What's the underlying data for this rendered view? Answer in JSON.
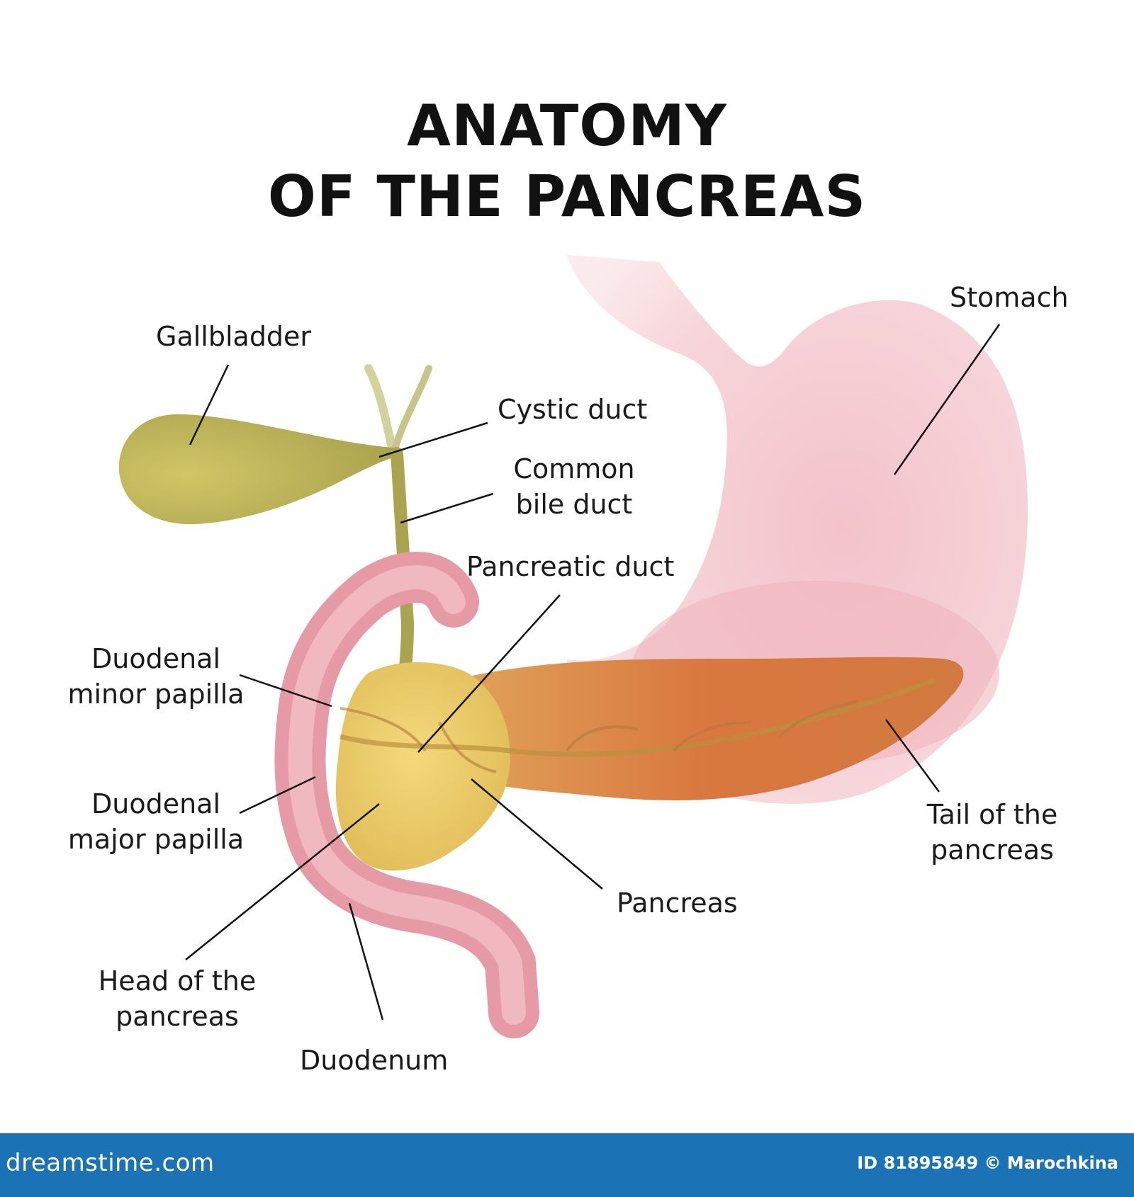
{
  "title": {
    "line1": "ANATOMY",
    "line2": "OF THE PANCREAS"
  },
  "labels": {
    "stomach": "Stomach",
    "gallbladder": "Gallbladder",
    "cystic_duct": "Cystic duct",
    "common_bile_duct": {
      "line1": "Common",
      "line2": "bile duct"
    },
    "pancreatic_duct": "Pancreatic duct",
    "duodenal_minor_papilla": {
      "line1": "Duodenal",
      "line2": "minor papilla"
    },
    "duodenal_major_papilla": {
      "line1": "Duodenal",
      "line2": "major papilla"
    },
    "tail_of_pancreas": {
      "line1": "Tail of the",
      "line2": "pancreas"
    },
    "pancreas": "Pancreas",
    "head_of_pancreas": {
      "line1": "Head of the",
      "line2": "pancreas"
    },
    "duodenum": "Duodenum"
  },
  "footer": {
    "brand": "dreamstime.com",
    "stock_id": "ID 81895849 © Marochkina"
  },
  "colors": {
    "stomach": "#f4c9cf",
    "gallbladder": "#b8b35c",
    "pancreas_head": "#e9c863",
    "pancreas_tail": "#d2733f",
    "duodenum": "#e49aa3",
    "footer": "#1b72b4"
  }
}
